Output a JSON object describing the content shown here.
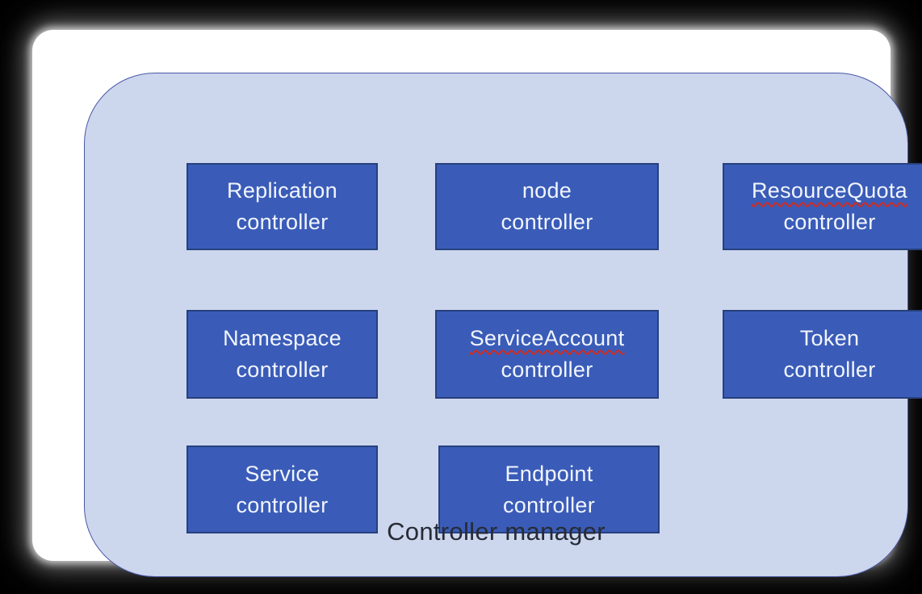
{
  "diagram": {
    "title": "Controller manager",
    "boxes": [
      {
        "line1": "Replication",
        "line2": "controller",
        "misspelled": false
      },
      {
        "line1": "node",
        "line2": "controller",
        "misspelled": false
      },
      {
        "line1": "ResourceQuota",
        "line2": "controller",
        "misspelled": true
      },
      {
        "line1": "Namespace",
        "line2": "controller",
        "misspelled": false
      },
      {
        "line1": "ServiceAccount",
        "line2": "controller",
        "misspelled": true
      },
      {
        "line1": "Token",
        "line2": "controller",
        "misspelled": false
      },
      {
        "line1": "Service",
        "line2": "controller",
        "misspelled": false
      },
      {
        "line1": "Endpoint",
        "line2": "controller",
        "misspelled": false
      }
    ],
    "colors": {
      "background": "#000000",
      "card": "#ffffff",
      "container_fill": "#ccd6ed",
      "container_border": "#4a57a5",
      "box_fill": "#3a5cb8",
      "box_border": "#27407e",
      "box_text": "#f2f5fd",
      "caption_text": "#262b35",
      "squiggle": "#d02b20"
    }
  }
}
